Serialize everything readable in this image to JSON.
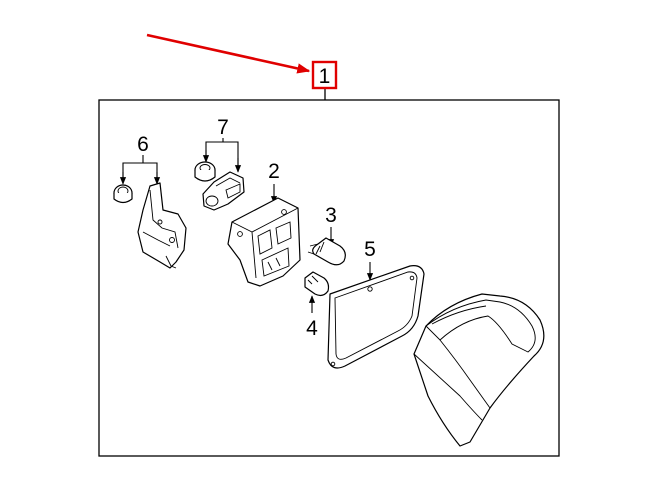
{
  "diagram": {
    "highlight_color": "#e00000",
    "line_color": "#000000",
    "callouts": [
      {
        "id": "callout-1",
        "label": "1"
      },
      {
        "id": "callout-2",
        "label": "2"
      },
      {
        "id": "callout-3",
        "label": "3"
      },
      {
        "id": "callout-4",
        "label": "4"
      },
      {
        "id": "callout-5",
        "label": "5"
      },
      {
        "id": "callout-6",
        "label": "6"
      },
      {
        "id": "callout-7",
        "label": "7"
      }
    ]
  }
}
